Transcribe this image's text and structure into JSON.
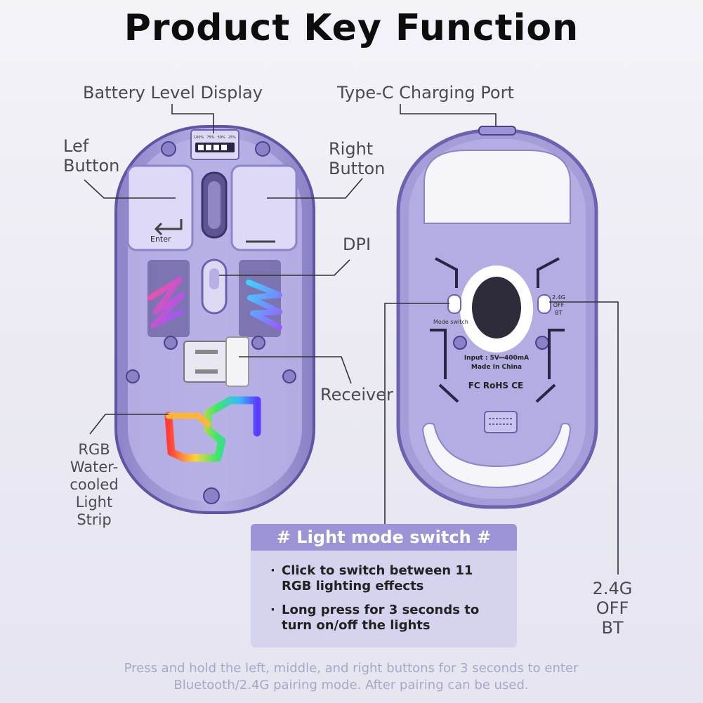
{
  "title": "Product Key Function",
  "callouts": {
    "battery": "Battery Level Display",
    "typec": "Type-C Charging Port",
    "left_button": [
      "Lef",
      "Button"
    ],
    "right_button": [
      "Right",
      "Button"
    ],
    "dpi": "DPI",
    "receiver": "Receiver",
    "rgb": [
      "RGB",
      "Water-",
      "cooled",
      "Light",
      "Strip"
    ],
    "switch_positions": [
      "2.4G",
      "OFF",
      "BT"
    ]
  },
  "mouse_top": {
    "key_label": "Enter",
    "battery_ticks": [
      "100%",
      "75%",
      "50%",
      "25%"
    ]
  },
  "mouse_bottom": {
    "mode_switch_label": "Mode switch",
    "switch_small": [
      "2.4G",
      "OFF",
      "BT"
    ],
    "input_label": "Input : 5V⎓400mA",
    "made_in": "Made In China",
    "cert_marks": "FC RoHS CE"
  },
  "light_mode": {
    "heading": "# Light mode switch #",
    "items": [
      "Click to switch between 11 RGB lighting effects",
      "Long press for 3 seconds to turn on/off the lights"
    ]
  },
  "footer": "Press and hold the left, middle, and right buttons for 3 seconds to enter Bluetooth/2.4G pairing mode. After pairing can be used.",
  "colors": {
    "shell": "#a79fd8",
    "shell_dark": "#6d62b0",
    "panel_head": "#9c94d6",
    "panel_bg": "#d6d3ee"
  }
}
